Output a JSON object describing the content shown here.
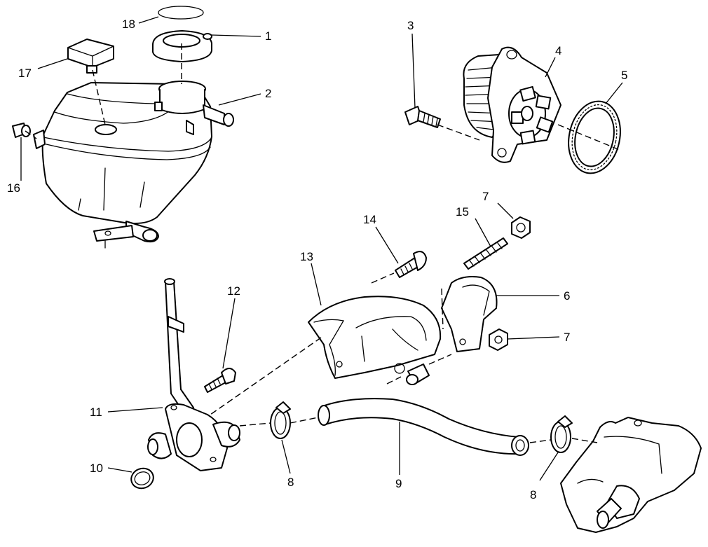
{
  "callouts": {
    "c1": "1",
    "c2": "2",
    "c3": "3",
    "c4": "4",
    "c5": "5",
    "c6": "6",
    "c7a": "7",
    "c7b": "7",
    "c8a": "8",
    "c8b": "8",
    "c9": "9",
    "c10": "10",
    "c11": "11",
    "c12": "12",
    "c13": "13",
    "c14": "14",
    "c15": "15",
    "c16": "16",
    "c17": "17",
    "c18": "18"
  },
  "colors": {
    "line": "#000000",
    "background": "#ffffff"
  }
}
